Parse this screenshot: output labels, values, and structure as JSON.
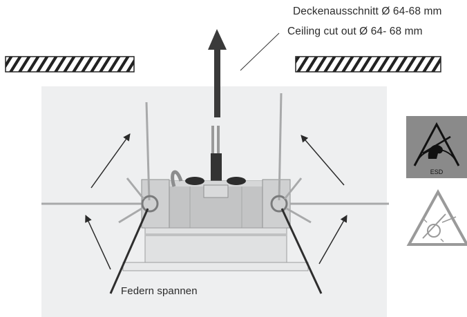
{
  "labels": {
    "cutout_de": "Deckenausschnitt Ø 64-68 mm",
    "cutout_en": "Ceiling cut out Ø 64- 68 mm",
    "springs": "Federn spannen",
    "esd": "ESD"
  },
  "icons": [
    "esd-warning-icon",
    "no-direct-light-icon"
  ],
  "colors": {
    "background_panel": "#eeeff0",
    "metal": "#b9babb",
    "metal_dark": "#8f9091",
    "arrow": "#2a2a2a",
    "ceiling_hatch": "#222222",
    "esd_badge": "#8a8a8a",
    "text": "#2b2b2b"
  }
}
